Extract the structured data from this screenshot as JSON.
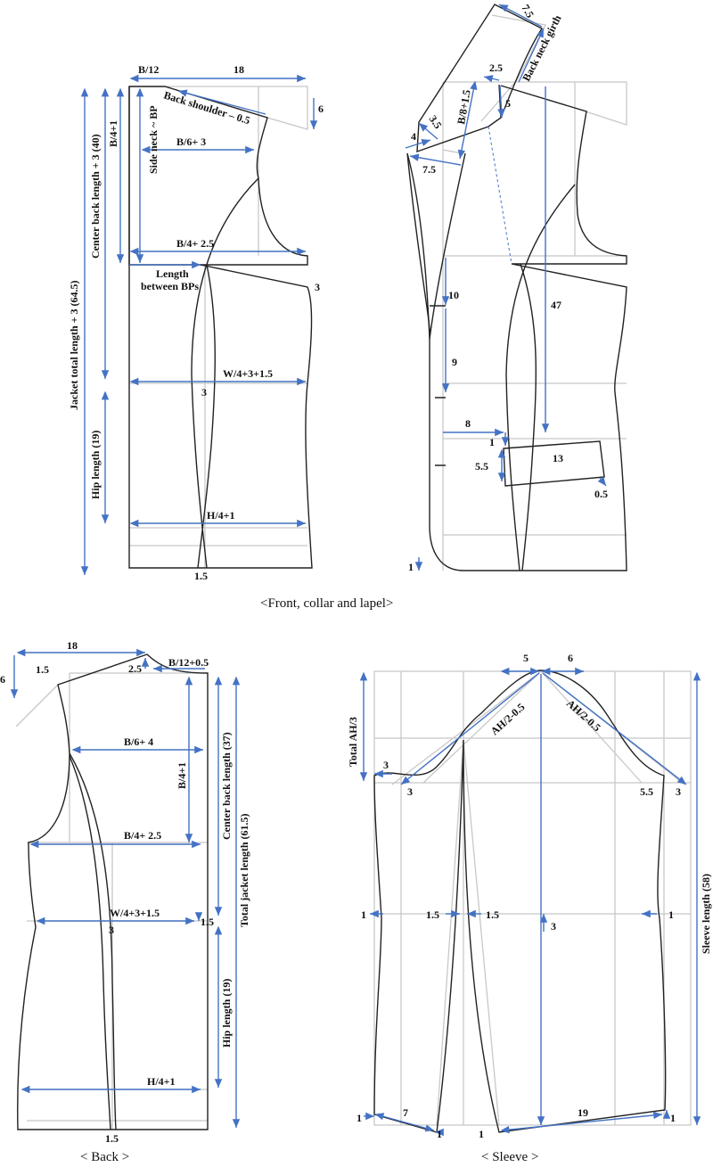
{
  "colors": {
    "pattern_line": "#222222",
    "guide_line": "#c8c8c8",
    "dimension": "#4472c4"
  },
  "front": {
    "caption": "<Front, collar and lapel>",
    "labels": [
      "B/12",
      "18",
      "6",
      "Back shoulder – 0.5",
      "B/6+ 3",
      "Side neck ~ BP",
      "B/4+1",
      "Center back length + 3 (40)",
      "Jacket total length + 3 (64.5)",
      "B/4+ 2.5",
      "3",
      "Length",
      "between BPs",
      "W/4+3+1.5",
      "3",
      "Hip length (19)",
      "H/4+1",
      "1.5"
    ]
  },
  "collar": {
    "labels": [
      "7.5",
      "Back neck girth",
      "2.5",
      "5",
      "B/8+1.5",
      "3.5",
      "4",
      "7.5",
      "10",
      "47",
      "9",
      "8",
      "1",
      "5.5",
      "13",
      "0.5",
      "1"
    ]
  },
  "back": {
    "caption": "< Back >",
    "labels": [
      "18",
      "6",
      "1.5",
      "2.5",
      "B/12+0.5",
      "B/6+ 4",
      "B/4+1",
      "Center back length (37)",
      "Total jacket length (61.5)",
      "B/4+ 2.5",
      "W/4+3+1.5",
      "1.5",
      "3",
      "Hip length (19)",
      "H/4+1",
      "1.5"
    ]
  },
  "sleeve": {
    "caption": "< Sleeve >",
    "labels": [
      "5",
      "6",
      "AH/2-0.5",
      "AH/2-0.5",
      "Total AH/3",
      "3",
      "3",
      "5.5",
      "3",
      "1",
      "1.5",
      "1.5",
      "3",
      "1",
      "Sleeve length (58)",
      "7",
      "19",
      "1",
      "1",
      "1",
      "1"
    ]
  }
}
